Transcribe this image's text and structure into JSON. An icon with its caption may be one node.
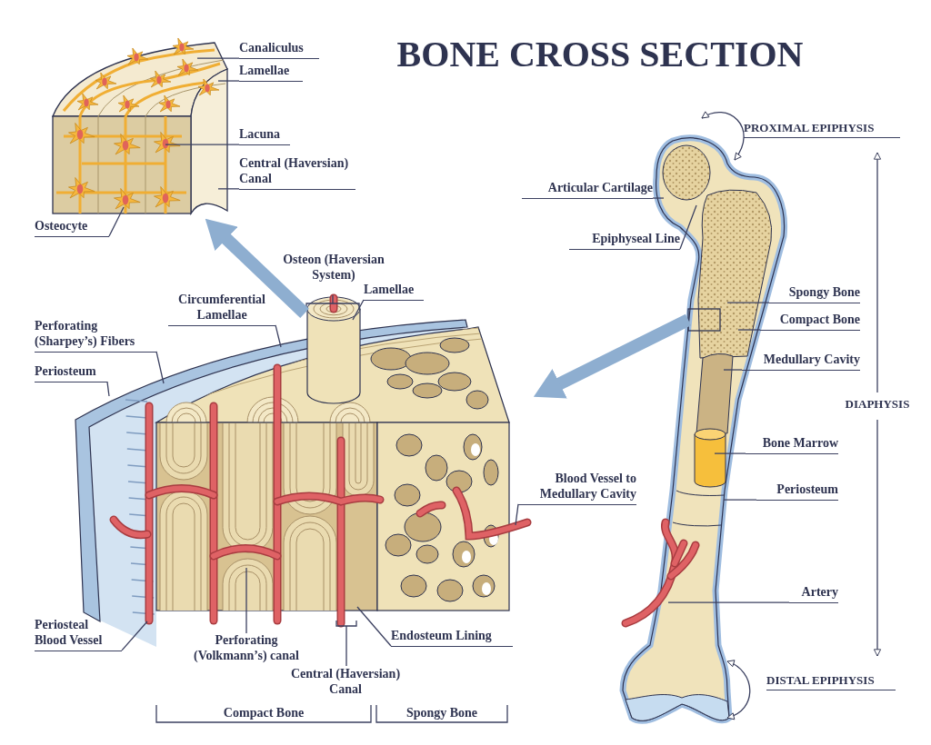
{
  "diagram": {
    "title": "BONE CROSS SECTION",
    "nodes": [
      {
        "text": [],
        "shape": "picture"
      },
      {
        "text": [
          "Canaliculus"
        ]
      },
      {
        "text": [
          "Lamellae"
        ]
      },
      {
        "text": [
          "Lacuna"
        ]
      },
      {
        "text": [
          "Central (Haversian) Canal"
        ]
      },
      {
        "text": [
          "Osteocyte"
        ]
      },
      {
        "text": [],
        "shape": "picture"
      },
      {
        "text": [
          "Lamellae"
        ]
      },
      {
        "text": [
          "Circumferential Lamellae"
        ]
      },
      {
        "text": [
          "Perforating (Sharpey’s) Fibers"
        ]
      },
      {
        "text": [
          "Periosteum"
        ]
      },
      {
        "text": [
          "Periosteal Blood Vessel"
        ]
      },
      {
        "text": [
          "Perforating (Volkmann’s) canal"
        ]
      },
      {
        "text": [
          "Endosteum Lining"
        ]
      },
      {
        "text": [
          "Blood Vessel to Medullary Cavity"
        ]
      },
      {
        "text": [],
        "shape": "picture"
      },
      {
        "text": [],
        "shape": "box",
        "in": 15
      },
      {
        "text": [
          "Articular Cartilage"
        ]
      },
      {
        "text": [
          "Epiphyseal Line"
        ]
      },
      {
        "text": [
          "Spongy Bone"
        ]
      },
      {
        "text": [
          "Compact Bone"
        ]
      },
      {
        "text": [
          "Medullary Cavity"
        ]
      },
      {
        "text": [
          "Bone Marrow"
        ]
      },
      {
        "text": [
          "Periosteum"
        ]
      },
      {
        "text": [
          "Artery"
        ]
      }
    ],
    "edges": [
      {
        "from": 16,
        "to": 6,
        "arrow": "to",
        "style": "thick",
        "color": "#8eaed0"
      },
      {
        "from": 6,
        "to": 0,
        "arrow": "to",
        "style": "thick",
        "color": "#8eaed0"
      },
      {
        "from": 1,
        "to": 0,
        "arrow": "none"
      },
      {
        "from": 2,
        "to": 0,
        "arrow": "none"
      },
      {
        "from": 3,
        "to": 0,
        "arrow": "none"
      },
      {
        "from": 4,
        "to": 0,
        "arrow": "none"
      },
      {
        "from": 5,
        "to": 0,
        "arrow": "none"
      },
      {
        "from": 7,
        "to": 6,
        "arrow": "none"
      },
      {
        "from": 8,
        "to": 6,
        "arrow": "none"
      },
      {
        "from": 9,
        "to": 6,
        "arrow": "none"
      },
      {
        "from": 10,
        "to": 6,
        "arrow": "none"
      },
      {
        "from": 11,
        "to": 6,
        "arrow": "none"
      },
      {
        "from": 12,
        "to": 6,
        "arrow": "none"
      },
      {
        "from": 13,
        "to": 6,
        "arrow": "none"
      },
      {
        "from": 14,
        "to": 6,
        "arrow": "none"
      },
      {
        "from": 17,
        "to": 15,
        "arrow": "none"
      },
      {
        "from": 18,
        "to": 15,
        "arrow": "none"
      },
      {
        "from": 19,
        "to": 15,
        "arrow": "none"
      },
      {
        "from": 20,
        "to": 15,
        "arrow": "none"
      },
      {
        "from": 21,
        "to": 15,
        "arrow": "none"
      },
      {
        "from": 22,
        "to": 15,
        "arrow": "none"
      },
      {
        "from": 23,
        "to": 15,
        "arrow": "none"
      },
      {
        "from": 24,
        "to": 15,
        "arrow": "none"
      }
    ],
    "labels": [
      "PROXIMAL EPIPHYSIS",
      "Osteon (Haversian System)",
      "DIAPHYSIS",
      "Central (Haversian) Canal",
      "DISTAL EPIPHYSIS",
      "Compact Bone",
      "Spongy Bone"
    ]
  }
}
